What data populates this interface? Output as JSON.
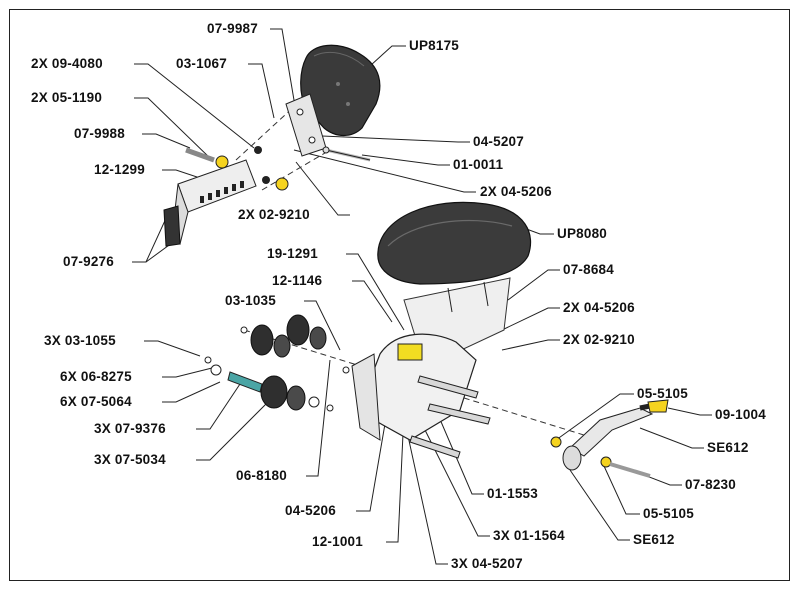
{
  "labels": {
    "l_07_9987": "07-9987",
    "l_up8175": "UP8175",
    "l_2x_09_4080": "2X 09-4080",
    "l_03_1067": "03-1067",
    "l_2x_05_1190": "2X 05-1190",
    "l_07_9988": "07-9988",
    "l_12_1299": "12-1299",
    "l_04_5207": "04-5207",
    "l_01_0011": "01-0011",
    "l_2x_04_5206_a": "2X 04-5206",
    "l_2x_02_9210_a": "2X 02-9210",
    "l_up8080": "UP8080",
    "l_07_9276": "07-9276",
    "l_19_1291": "19-1291",
    "l_12_1146": "12-1146",
    "l_07_8684": "07-8684",
    "l_03_1035": "03-1035",
    "l_2x_04_5206_b": "2X 04-5206",
    "l_3x_03_1055": "3X 03-1055",
    "l_2x_02_9210_b": "2X 02-9210",
    "l_6x_06_8275": "6X 06-8275",
    "l_05_5105_a": "05-5105",
    "l_6x_07_5064": "6X 07-5064",
    "l_09_1004": "09-1004",
    "l_3x_07_9376": "3X 07-9376",
    "l_se612_a": "SE612",
    "l_3x_07_5034": "3X 07-5034",
    "l_07_8230": "07-8230",
    "l_06_8180": "06-8180",
    "l_01_1553": "01-1553",
    "l_04_5206": "04-5206",
    "l_05_5105_b": "05-5105",
    "l_3x_01_1564": "3X 01-1564",
    "l_12_1001": "12-1001",
    "l_se612_b": "SE612",
    "l_3x_04_5207": "3X 04-5207"
  },
  "colors": {
    "pad": "#3a3a3a",
    "metal": "#e2e2e2",
    "highlight": "#f2dd22",
    "accent_yellow": "#f5d31f",
    "roller": "#2f2f2f",
    "rod": "#4aa5a5"
  }
}
